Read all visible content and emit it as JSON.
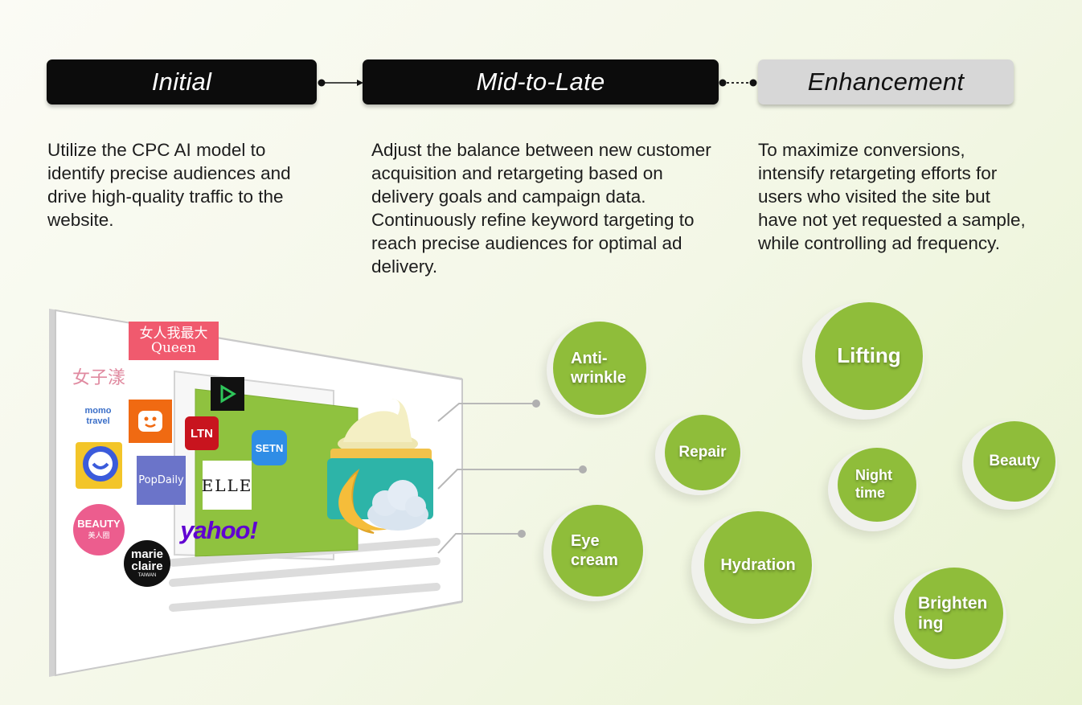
{
  "phases": [
    {
      "label": "Initial",
      "description": "Utilize the CPC AI model to identify precise audiences and drive high-quality traffic to the website."
    },
    {
      "label": "Mid-to-Late",
      "description": "Adjust the balance between new customer acquisition and retargeting based on delivery goals and campaign data. Continuously refine keyword targeting to reach precise audiences for optimal ad delivery."
    },
    {
      "label": "Enhancement",
      "description": "To maximize conversions, intensify retargeting efforts for users who visited the site but have not yet requested a sample, while controlling ad frequency."
    }
  ],
  "keywords": {
    "anti_wrinkle": "Anti-\nwrinkle",
    "repair": "Repair",
    "eye_cream": "Eye\ncream",
    "hydration": "Hydration",
    "lifting": "Lifting",
    "night_time": "Night\ntime",
    "beauty": "Beauty",
    "brightening": "Brighten\ning"
  },
  "logos": {
    "queen": "女人我最大 Queen",
    "nvzi": "女子漾",
    "momo": "momo travel",
    "ltn": "LTN",
    "setn": "SETN",
    "popdaily": "PopDaily",
    "elle": "ELLE",
    "yahoo": "yahoo!",
    "beauty": "BEAUTY",
    "beauty_sub": "美人圈",
    "marieclaire_1": "marie",
    "marieclaire_2": "claire",
    "marieclaire_3": "TAIWAN"
  },
  "colors": {
    "accent_green": "#8fbd3a",
    "phase_dark": "#0c0c0c",
    "phase_light": "#d7d7d7"
  }
}
